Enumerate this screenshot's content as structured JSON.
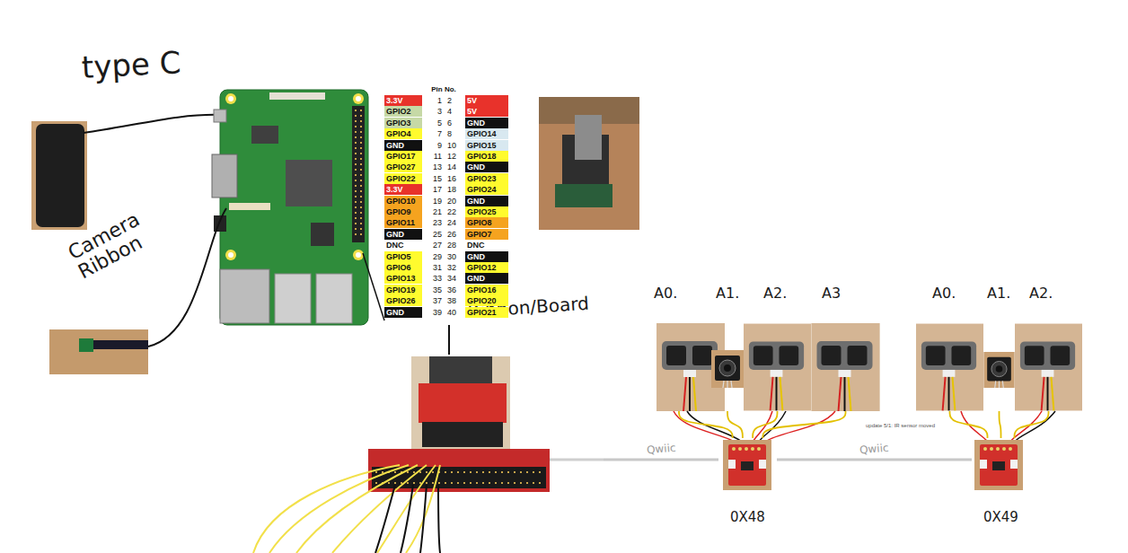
{
  "diagram": {
    "nodes": [
      {
        "text": [
          "type C"
        ]
      },
      {
        "text": [
          "Camera Ribbon"
        ]
      },
      {
        "text": [
          "Ribbon/Board"
        ]
      },
      {
        "text": [
          "A0."
        ]
      },
      {
        "text": [
          "A1."
        ]
      },
      {
        "text": [
          "A2."
        ]
      },
      {
        "text": [
          "A3"
        ]
      },
      {
        "text": [
          "A0."
        ]
      },
      {
        "text": [
          "A1."
        ]
      },
      {
        "text": [
          "A2."
        ]
      },
      {
        "text": [
          "0X48"
        ]
      },
      {
        "text": [
          "0X49"
        ]
      }
    ],
    "edges": [
      {
        "from": 2,
        "to": 10,
        "label": "Qwiic",
        "arrow": "none"
      },
      {
        "from": 10,
        "to": 11,
        "label": "Qwiic",
        "arrow": "none"
      },
      {
        "from": 3,
        "to": 10,
        "arrow": "none"
      },
      {
        "from": 4,
        "to": 10,
        "arrow": "none"
      },
      {
        "from": 5,
        "to": 10,
        "arrow": "none"
      },
      {
        "from": 6,
        "to": 10,
        "arrow": "none"
      },
      {
        "from": 7,
        "to": 11,
        "arrow": "none"
      },
      {
        "from": 8,
        "to": 11,
        "arrow": "none"
      },
      {
        "from": 9,
        "to": 11,
        "arrow": "none"
      }
    ],
    "labels": [
      "Pin No.",
      "3.3V",
      "1",
      "2",
      "5V",
      "GPIO2",
      "3",
      "4",
      "5V",
      "GPIO3",
      "5",
      "6",
      "GND",
      "GPIO4",
      "7",
      "8",
      "GPIO14",
      "GND",
      "9",
      "10",
      "GPIO15",
      "GPIO17",
      "11",
      "12",
      "GPIO18",
      "GPIO27",
      "13",
      "14",
      "GND",
      "GPIO22",
      "15",
      "16",
      "GPIO23",
      "3.3V",
      "17",
      "18",
      "GPIO24",
      "GPIO10",
      "19",
      "20",
      "GND",
      "GPIO9",
      "21",
      "22",
      "GPIO25",
      "GPIO11",
      "23",
      "24",
      "GPIO8",
      "GND",
      "25",
      "26",
      "GPIO7",
      "DNC",
      "27",
      "28",
      "DNC",
      "GPIO5",
      "29",
      "30",
      "GND",
      "GPIO6",
      "31",
      "32",
      "GPIO12",
      "GPIO13",
      "33",
      "34",
      "GND",
      "GPIO19",
      "35",
      "36",
      "GPIO16",
      "GPIO26",
      "37",
      "38",
      "GPIO20",
      "GND",
      "39",
      "40",
      "GPIO21",
      "update 5/1: IR sensor moved"
    ]
  }
}
